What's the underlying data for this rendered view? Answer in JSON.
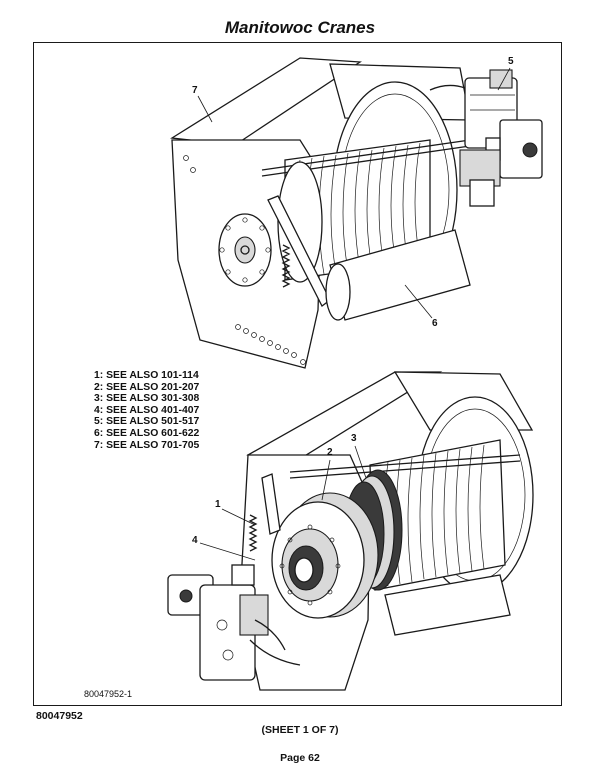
{
  "header": {
    "title": "Manitowoc Cranes"
  },
  "legend": {
    "items": [
      "1: SEE ALSO 101-114",
      "2: SEE ALSO 201-207",
      "3: SEE ALSO 301-308",
      "4: SEE ALSO 401-407",
      "5: SEE ALSO 501-517",
      "6: SEE ALSO 601-622",
      "7: SEE ALSO 701-705"
    ]
  },
  "callouts": {
    "top_seven": "7",
    "top_five": "5",
    "top_six": "6",
    "bottom_one": "1",
    "bottom_two": "2",
    "bottom_three": "3",
    "bottom_four": "4"
  },
  "drawing_number": "80047952-1",
  "footer": {
    "doc_number": "80047952",
    "sheet": "(SHEET 1 OF 7)",
    "page": "Page 62"
  }
}
